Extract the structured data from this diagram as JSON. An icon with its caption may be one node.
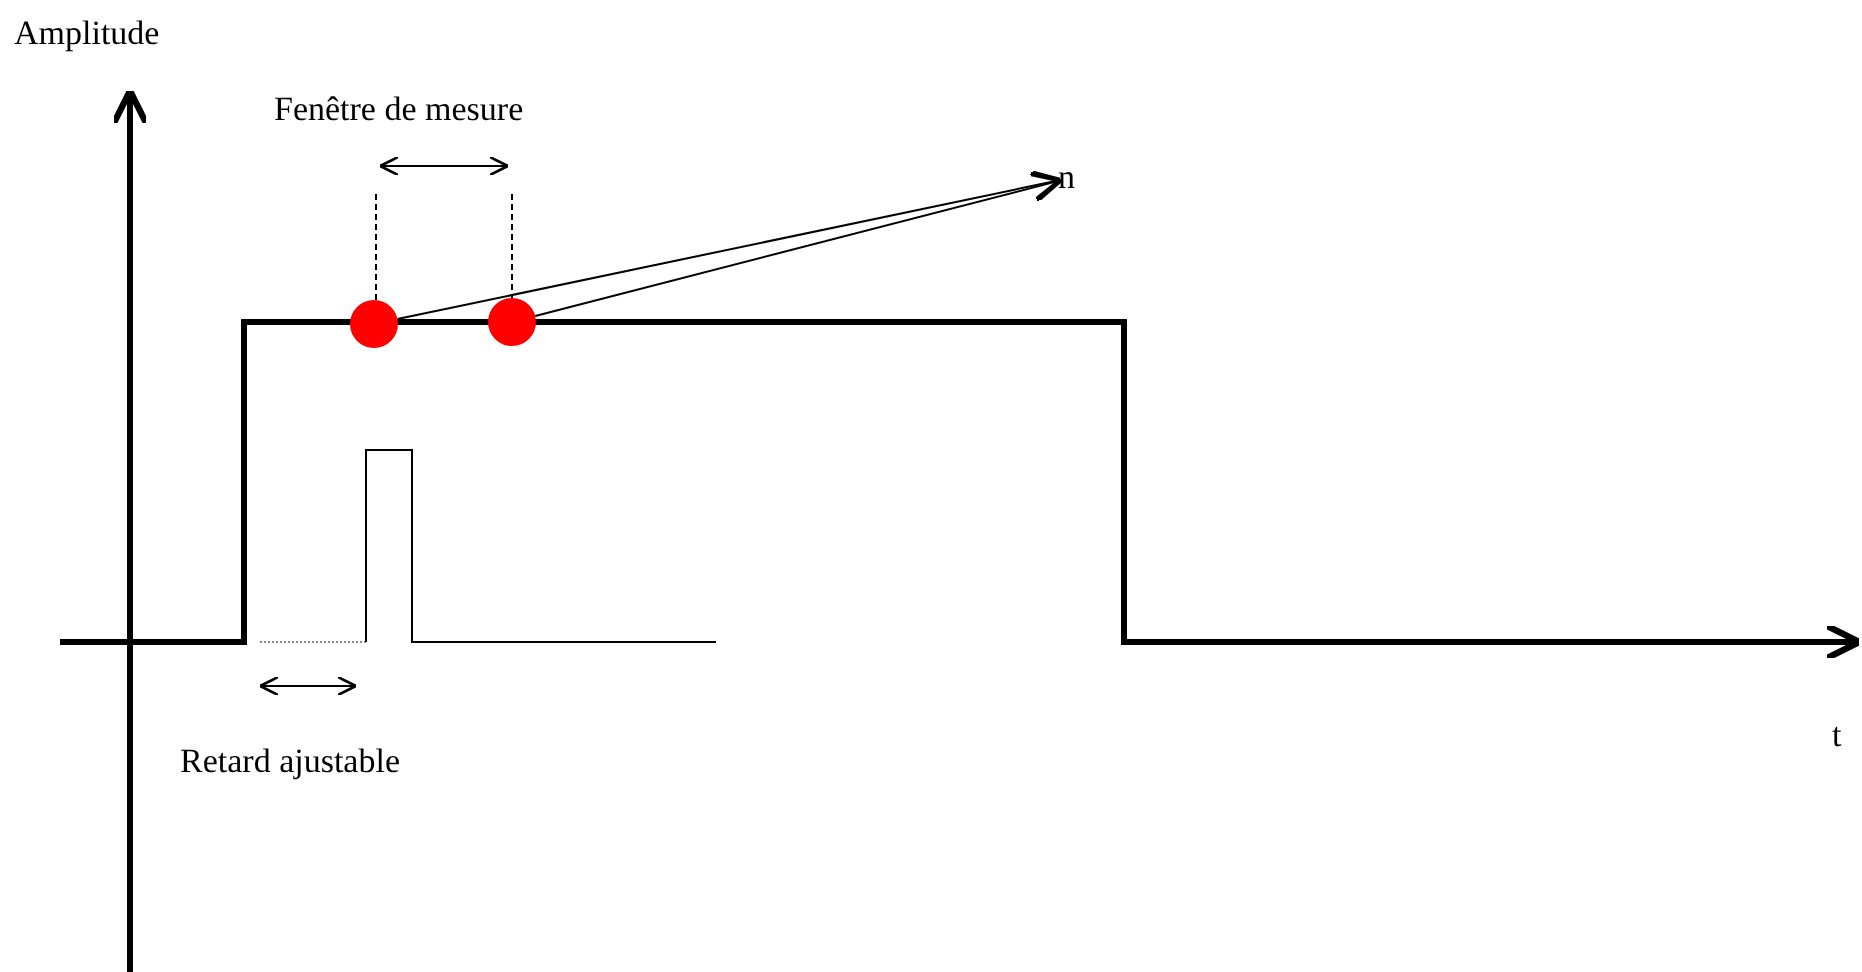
{
  "diagram": {
    "nodes": [
      {
        "text": [
          "n"
        ]
      },
      {
        "text": [],
        "shape": "circle"
      },
      {
        "text": [],
        "shape": "circle"
      }
    ],
    "edges": [
      {
        "from": 1,
        "to": 0,
        "arrow": "to"
      },
      {
        "from": 2,
        "to": 0,
        "arrow": "to"
      }
    ],
    "labels": [
      "Amplitude",
      "Fenêtre de mesure",
      "Retard ajustable",
      "t"
    ]
  }
}
